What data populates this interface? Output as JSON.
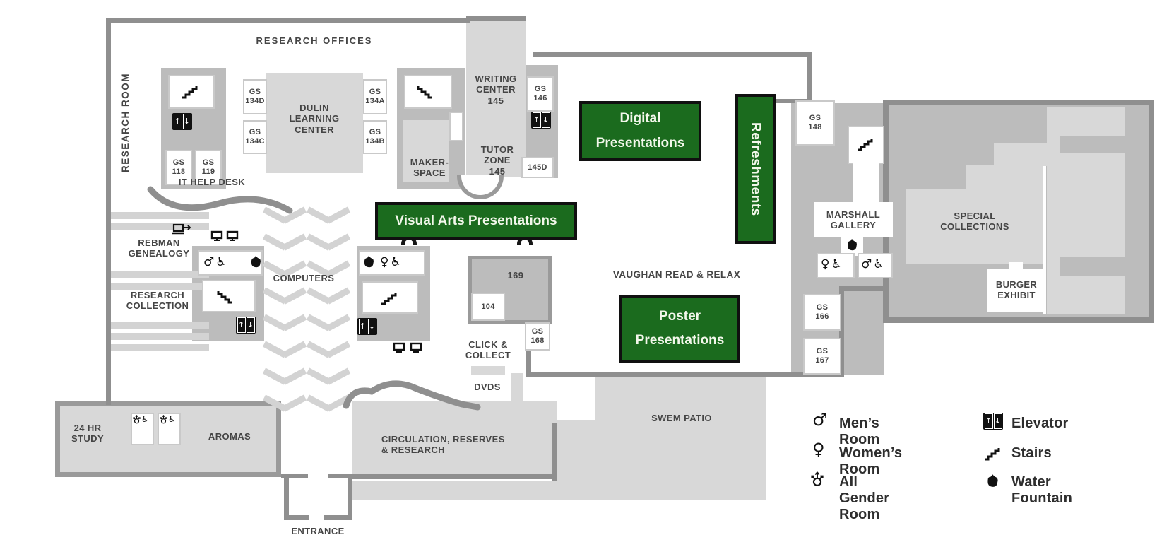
{
  "map": {
    "labels": {
      "research_offices": "RESEARCH OFFICES",
      "research_room": "RESEARCH ROOM",
      "gs118": "GS\n118",
      "gs119": "GS\n119",
      "gs134d": "GS\n134D",
      "gs134c": "GS\n134C",
      "gs134a": "GS\n134A",
      "gs134b": "GS\n134B",
      "dulin": "DULIN\nLEARNING\nCENTER",
      "makerspace": "MAKER-\nSPACE",
      "it_help_desk": "IT HELP DESK",
      "writing_center": "WRITING\nCENTER\n145",
      "gs146": "GS\n146",
      "tutor_zone": "TUTOR\nZONE\n145",
      "room_145d": "145D",
      "gs148": "GS\n148",
      "marshall_gallery": "MARSHALL\nGALLERY",
      "special_collections": "SPECIAL\nCOLLECTIONS",
      "burger_exhibit": "BURGER\nEXHIBIT",
      "gs166": "GS\n166",
      "gs167": "GS\n167",
      "vaughan": "VAUGHAN READ & RELAX",
      "rebman": "REBMAN\nGENEALOGY",
      "research_collection": "RESEARCH\nCOLLECTION",
      "computers": "COMPUTERS",
      "room_169": "169",
      "room_104": "104",
      "gs168": "GS\n168",
      "click_collect": "CLICK &\nCOLLECT",
      "dvds": "DVDS",
      "study_24hr": "24 HR\nSTUDY",
      "aromas": "AROMAS",
      "circulation": "CIRCULATION, RESERVES\n& RESEARCH",
      "swem_patio": "SWEM PATIO",
      "entrance": "ENTRANCE"
    }
  },
  "events": {
    "digital": "Digital\nPresentations",
    "refreshments": "Refreshments",
    "visual_arts": "Visual Arts Presentations",
    "poster": "Poster\nPresentations"
  },
  "legend": {
    "items": [
      {
        "icon": "male-icon",
        "label": "Men’s Room"
      },
      {
        "icon": "female-icon",
        "label": "Women’s Room"
      },
      {
        "icon": "all-gender-icon",
        "label": "All Gender Room"
      },
      {
        "icon": "elevator-icon",
        "label": "Elevator"
      },
      {
        "icon": "stairs-icon",
        "label": "Stairs"
      },
      {
        "icon": "water-fountain-icon",
        "label": "Water Fountain"
      }
    ]
  },
  "icons": {
    "male": "♂",
    "female": "♀",
    "wheelchair": "♿",
    "up_arrow": "↑",
    "down_arrow": "↓"
  },
  "colors": {
    "event_green": "#1b6b1e",
    "event_border": "#101010",
    "event_text": "#f2f7ea",
    "wall_gray": "#8f8f8f",
    "room_light": "#d8d8d8",
    "room_mid": "#bcbcbc",
    "label_text": "#454545"
  }
}
